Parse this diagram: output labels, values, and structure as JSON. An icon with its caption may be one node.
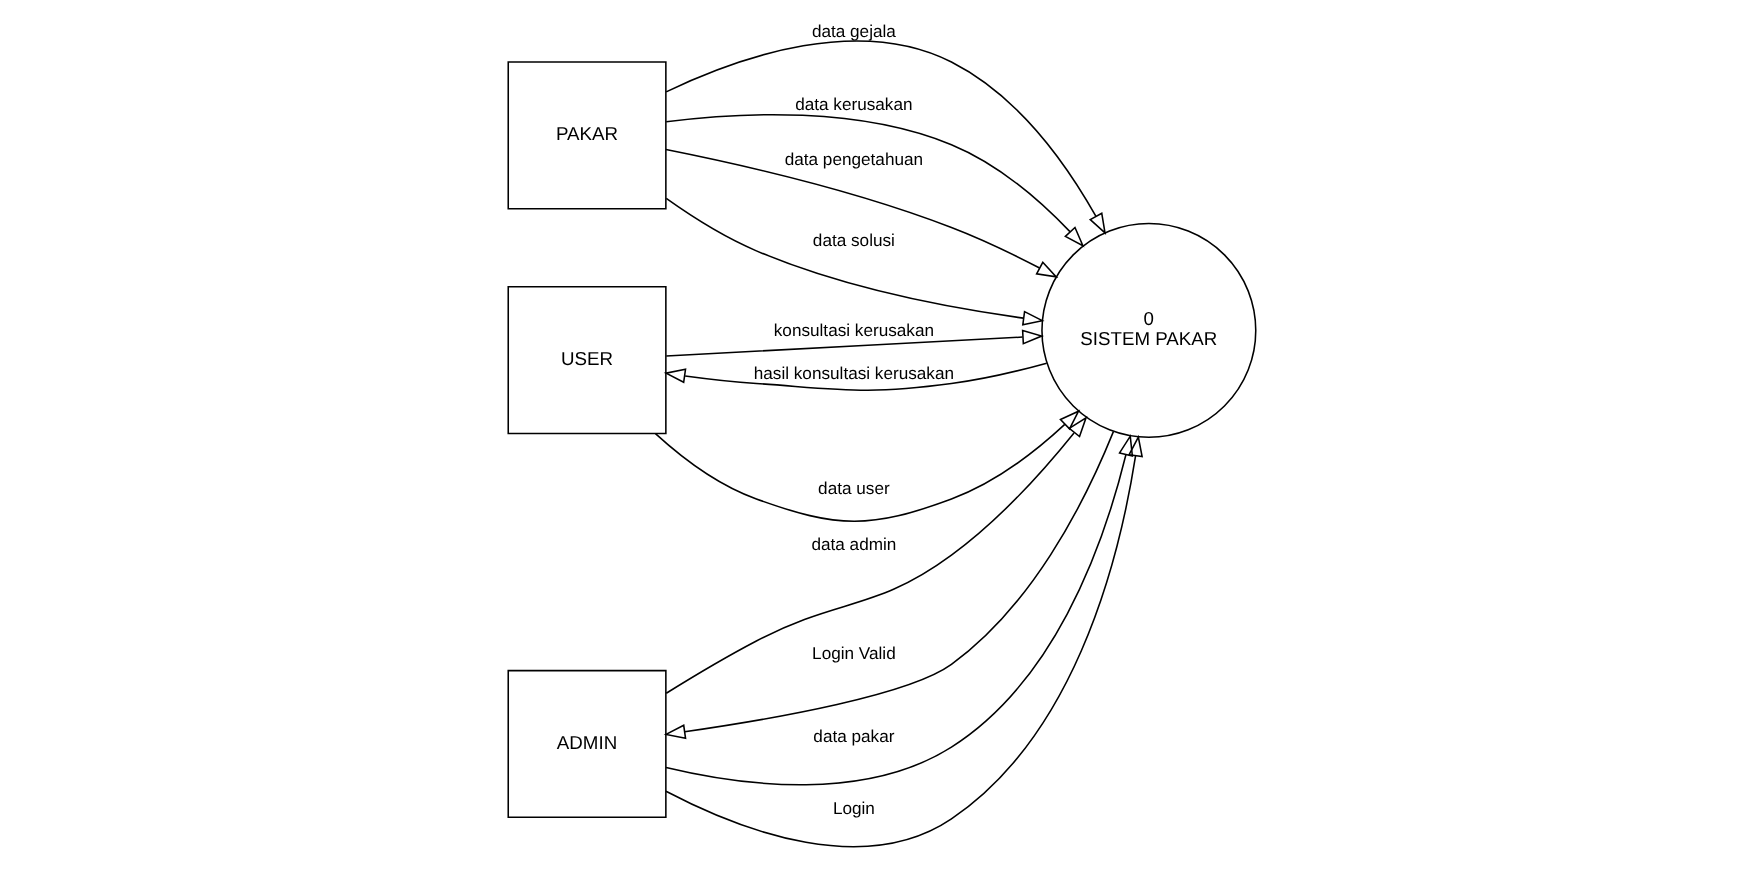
{
  "diagram": {
    "nodes": [
      {
        "text": [
          "PAKAR"
        ]
      },
      {
        "text": [
          "0",
          "SISTEM PAKAR"
        ]
      },
      {
        "text": [
          "USER"
        ]
      },
      {
        "text": [
          "ADMIN"
        ]
      }
    ],
    "edges": [
      {
        "from": 0,
        "to": 1,
        "arrow": "to",
        "label": "data gejala"
      },
      {
        "from": 0,
        "to": 1,
        "arrow": "to",
        "label": "data kerusakan"
      },
      {
        "from": 0,
        "to": 1,
        "arrow": "to",
        "label": "data pengetahuan"
      },
      {
        "from": 0,
        "to": 1,
        "arrow": "to",
        "label": "data solusi"
      },
      {
        "from": 2,
        "to": 1,
        "arrow": "to",
        "label": "data user"
      },
      {
        "from": 2,
        "to": 1,
        "arrow": "to",
        "label": "konsultasi kerusakan"
      },
      {
        "from": 1,
        "to": 2,
        "arrow": "to",
        "label": "hasil konsultasi kerusakan"
      },
      {
        "from": 3,
        "to": 1,
        "arrow": "to",
        "label": "data pakar"
      },
      {
        "from": 3,
        "to": 1,
        "arrow": "to",
        "label": "data admin"
      },
      {
        "from": 3,
        "to": 1,
        "arrow": "to",
        "label": "Login"
      },
      {
        "from": 1,
        "to": 3,
        "arrow": "to",
        "label": "Login Valid"
      }
    ]
  }
}
